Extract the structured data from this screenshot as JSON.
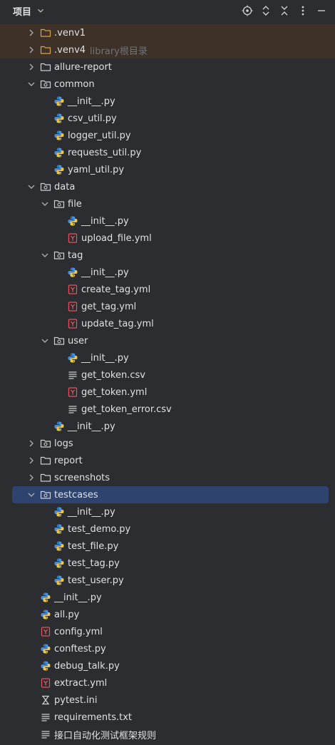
{
  "header": {
    "title": "项目",
    "icons": [
      "chevron-down-icon",
      "target-icon",
      "expand-all-icon",
      "collapse-all-icon",
      "more-icon",
      "minimize-icon"
    ]
  },
  "colors": {
    "background": "#2b2d30",
    "selection": "#2e436e",
    "venv_background": "#3d3128",
    "text": "#dfe1e5",
    "hint": "#6f737a",
    "python_blue": "#4a8fd6",
    "python_yellow": "#f0c53f",
    "yaml_red": "#e05561"
  },
  "tree": [
    {
      "label": ".venv1",
      "type": "folder-venv",
      "level": 1,
      "chevron": "right"
    },
    {
      "label": ".venv4",
      "hint": "library根目录",
      "type": "folder-venv",
      "level": 1,
      "chevron": "right"
    },
    {
      "label": "allure-report",
      "type": "folder",
      "level": 1,
      "chevron": "right"
    },
    {
      "label": "common",
      "type": "package",
      "level": 1,
      "chevron": "down"
    },
    {
      "label": "__init__.py",
      "type": "python",
      "level": 2
    },
    {
      "label": "csv_util.py",
      "type": "python",
      "level": 2
    },
    {
      "label": "logger_util.py",
      "type": "python",
      "level": 2
    },
    {
      "label": "requests_util.py",
      "type": "python",
      "level": 2
    },
    {
      "label": "yaml_util.py",
      "type": "python",
      "level": 2
    },
    {
      "label": "data",
      "type": "package",
      "level": 1,
      "chevron": "down"
    },
    {
      "label": "file",
      "type": "package",
      "level": 2,
      "chevron": "down"
    },
    {
      "label": "__init__.py",
      "type": "python",
      "level": 3
    },
    {
      "label": "upload_file.yml",
      "type": "yaml",
      "level": 3
    },
    {
      "label": "tag",
      "type": "package",
      "level": 2,
      "chevron": "down"
    },
    {
      "label": "__init__.py",
      "type": "python",
      "level": 3
    },
    {
      "label": "create_tag.yml",
      "type": "yaml",
      "level": 3
    },
    {
      "label": "get_tag.yml",
      "type": "yaml",
      "level": 3
    },
    {
      "label": "update_tag.yml",
      "type": "yaml",
      "level": 3
    },
    {
      "label": "user",
      "type": "package",
      "level": 2,
      "chevron": "down"
    },
    {
      "label": "__init__.py",
      "type": "python",
      "level": 3
    },
    {
      "label": "get_token.csv",
      "type": "text",
      "level": 3
    },
    {
      "label": "get_token.yml",
      "type": "yaml",
      "level": 3
    },
    {
      "label": "get_token_error.csv",
      "type": "text",
      "level": 3
    },
    {
      "label": "__init__.py",
      "type": "python",
      "level": 2
    },
    {
      "label": "logs",
      "type": "package",
      "level": 1,
      "chevron": "right"
    },
    {
      "label": "report",
      "type": "folder",
      "level": 1,
      "chevron": "right"
    },
    {
      "label": "screenshots",
      "type": "folder",
      "level": 1,
      "chevron": "right"
    },
    {
      "label": "testcases",
      "type": "package",
      "level": 1,
      "chevron": "down",
      "selected": true
    },
    {
      "label": "__init__.py",
      "type": "python",
      "level": 2
    },
    {
      "label": "test_demo.py",
      "type": "python",
      "level": 2
    },
    {
      "label": "test_file.py",
      "type": "python",
      "level": 2
    },
    {
      "label": "test_tag.py",
      "type": "python",
      "level": 2
    },
    {
      "label": "test_user.py",
      "type": "python",
      "level": 2
    },
    {
      "label": "__init__.py",
      "type": "python",
      "level": 1
    },
    {
      "label": "all.py",
      "type": "python",
      "level": 1
    },
    {
      "label": "config.yml",
      "type": "yaml",
      "level": 1
    },
    {
      "label": "conftest.py",
      "type": "python",
      "level": 1
    },
    {
      "label": "debug_talk.py",
      "type": "python",
      "level": 1
    },
    {
      "label": "extract.yml",
      "type": "yaml",
      "level": 1
    },
    {
      "label": "pytest.ini",
      "type": "ini",
      "level": 1
    },
    {
      "label": "requirements.txt",
      "type": "text",
      "level": 1
    },
    {
      "label": "接口自动化测试框架规则",
      "type": "text",
      "level": 1
    }
  ]
}
